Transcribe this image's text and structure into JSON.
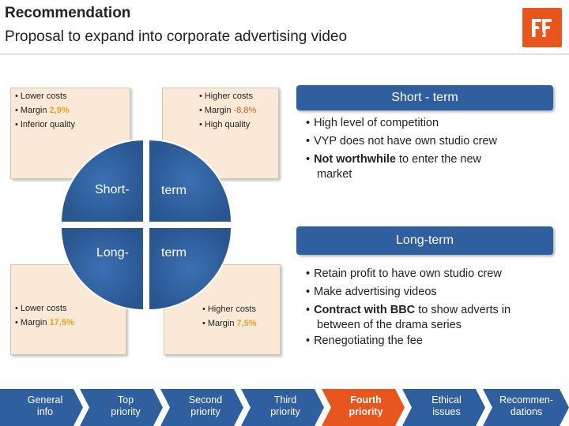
{
  "header": {
    "title": "Recommendation",
    "subtitle": "Proposal to expand into corporate advertising video"
  },
  "logo": {
    "icon": "ff-logo-icon",
    "color": "#e8561e"
  },
  "quadrants": {
    "top_left": {
      "items": [
        "Lower costs",
        "Margin",
        "Inferior quality"
      ],
      "margin_value": "2,9%"
    },
    "top_right": {
      "items": [
        "Higher costs",
        "Margin",
        "High quality"
      ],
      "margin_value": "-8,8%"
    },
    "bottom_left": {
      "items": [
        "Lower costs",
        "Margin"
      ],
      "margin_value": "17,5%"
    },
    "bottom_right": {
      "items": [
        "Higher costs",
        "Margin"
      ],
      "margin_value": "7,5%"
    }
  },
  "circle": {
    "short_left": "Short-",
    "short_right": "term",
    "long_left": "Long-",
    "long_right": "term"
  },
  "short_term": {
    "header": "Short - term",
    "bullets": [
      "High level of competition",
      "VYP does not have own studio crew"
    ],
    "worth_bold": "Not worthwhile",
    "worth_rest": " to enter the new",
    "worth_line2": "market"
  },
  "long_term": {
    "header": "Long-term",
    "bullets": [
      "Retain profit to have own studio crew",
      "Make advertising videos"
    ],
    "bbc_bold": "Contract with BBC",
    "bbc_rest": " to show adverts in",
    "bbc_line2": "between of the drama series",
    "last": "Renegotiating the fee"
  },
  "colors": {
    "circle_blue": "#2f5f9e",
    "peach": "#fbe9d8",
    "accent_orange": "#e8561e",
    "nav_active": "#e8561e",
    "nav_default": "#2f5f9e"
  },
  "nav": {
    "items": [
      {
        "line1": "General",
        "line2": "info"
      },
      {
        "line1": "Top",
        "line2": "priority"
      },
      {
        "line1": "Second",
        "line2": "priority"
      },
      {
        "line1": "Third",
        "line2": "priority"
      },
      {
        "line1": "Fourth",
        "line2": "priority"
      },
      {
        "line1": "Ethical",
        "line2": "issues"
      },
      {
        "line1": "Recommen-",
        "line2": "dations"
      }
    ],
    "active_index": 4
  }
}
